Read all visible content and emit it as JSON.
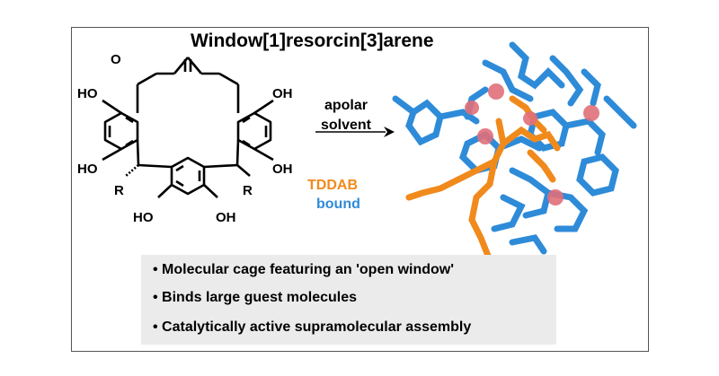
{
  "title": "Window[1]resorcin[3]arene",
  "labels": {
    "ho_top_left": "HO",
    "oh_top_right": "OH",
    "ho_mid_left": "HO",
    "oh_mid_right": "OH",
    "ho_bottom_left": "HO",
    "oh_bottom_right": "OH",
    "r_left": "R",
    "r_right": "R",
    "carbonyl_o": "O"
  },
  "arrow_label": [
    "apolar",
    "solvent"
  ],
  "guest": {
    "name": "TDDAB",
    "state": "bound"
  },
  "bullets": [
    "Molecular cage featuring an 'open window'",
    "Binds large guest molecules",
    "Catalytically active supramolecular assembly"
  ],
  "colors": {
    "guest": "#F08A1C",
    "host": "#2E8BD8",
    "oxygen": "#E0707A",
    "panel": "#EBEBEB"
  }
}
